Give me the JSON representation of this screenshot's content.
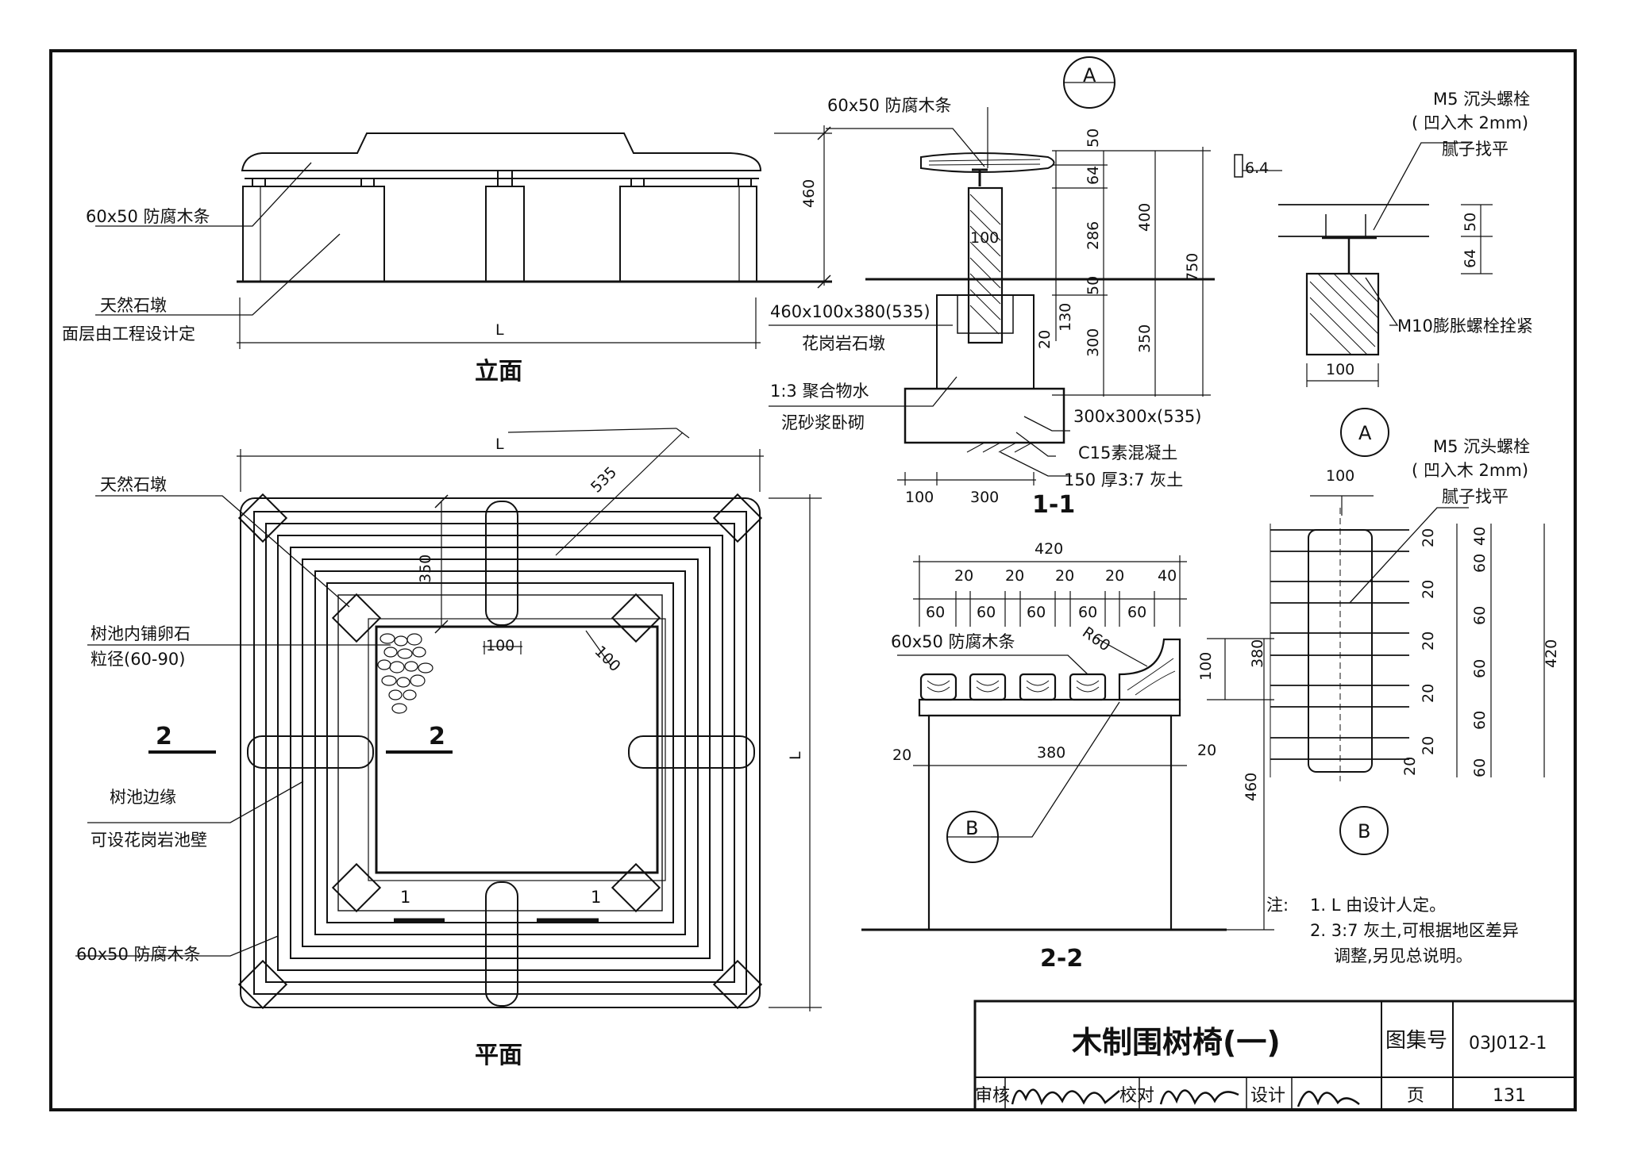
{
  "labels": {
    "elev_wood_strip": "60x50 防腐木条",
    "elev_stone_pier": "天然石墩",
    "elev_stone_pier_note": "面层由工程设计定",
    "elev_height": "460",
    "elev_length": "L",
    "elev_title": "立面",
    "plan_length_top": "L",
    "plan_length_right": "L",
    "plan_stone_pier": "天然石墩",
    "plan_pebbles": "树池内铺卵石",
    "plan_pebbles_size": "粒径(60-90)",
    "plan_pool_edge": "树池边缘",
    "plan_pool_wall": "可设花岗岩池壁",
    "plan_wood_strip": "60x50 防腐木条",
    "plan_dim_535": "535",
    "plan_dim_350": "350",
    "plan_dim_100a": "100",
    "plan_dim_100b": "100",
    "plan_cut_2": "2",
    "plan_cut_1": "1",
    "plan_title": "平面",
    "s11_wood_strip": "60x50 防腐木条",
    "s11_pier_size": "460x100x380(535)",
    "s11_pier_name": "花岗岩石墩",
    "s11_mortar_1": "1:3 聚合物水",
    "s11_mortar_2": "泥砂浆卧砌",
    "s11_base_size": "300x300x(535)",
    "s11_concrete": "C15素混凝土",
    "s11_lime_soil": "150 厚3:7 灰土",
    "s11_dims": [
      "50",
      "64",
      "286",
      "400",
      "750",
      "50",
      "130",
      "20",
      "300",
      "350",
      "100",
      "300",
      "100"
    ],
    "s11_title": "1-1",
    "detA_bolt": "M5 沉头螺栓",
    "detA_bolt_note": "( 凹入木 2mm)",
    "detA_putty": "腻子找平",
    "detA_angle": "6.4",
    "detA_dims": [
      "50",
      "64",
      "100"
    ],
    "detA_exp_bolt": "M10膨胀螺栓拴紧",
    "detA_mark": "A",
    "detB_bolt": "M5 沉头螺栓",
    "detB_bolt_note": "( 凹入木 2mm)",
    "detB_putty": "腻子找平",
    "detB_dim_top": "100",
    "detB_dims_left": [
      "20",
      "40",
      "60",
      "20",
      "60",
      "20",
      "60",
      "20",
      "60",
      "20",
      "20",
      "60"
    ],
    "detB_total": "420",
    "detB_mark": "B",
    "s22_total": "420",
    "s22_gaps": [
      "20",
      "20",
      "20",
      "20",
      "40"
    ],
    "s22_slats": [
      "60",
      "60",
      "60",
      "60",
      "60"
    ],
    "s22_radius": "R60",
    "s22_wood_strip": "60x50 防腐木条",
    "s22_dims": [
      "100",
      "380",
      "20",
      "380",
      "20",
      "460"
    ],
    "s22_title": "2-2",
    "callout_a": "A",
    "callout_b": "B"
  },
  "notes": {
    "head": "注:",
    "items": [
      "1. L 由设计人定。",
      "2. 3:7 灰土,可根据地区差异",
      "调整,另见总说明。"
    ]
  },
  "titleblock": {
    "title": "木制围树椅(一)",
    "atlas_label": "图集号",
    "atlas_value": "03J012-1",
    "review_label": "审核",
    "check_label": "校对",
    "design_label": "设计",
    "page_label": "页",
    "page_value": "131"
  },
  "colors": {
    "ink": "#111111",
    "paper": "#ffffff"
  }
}
